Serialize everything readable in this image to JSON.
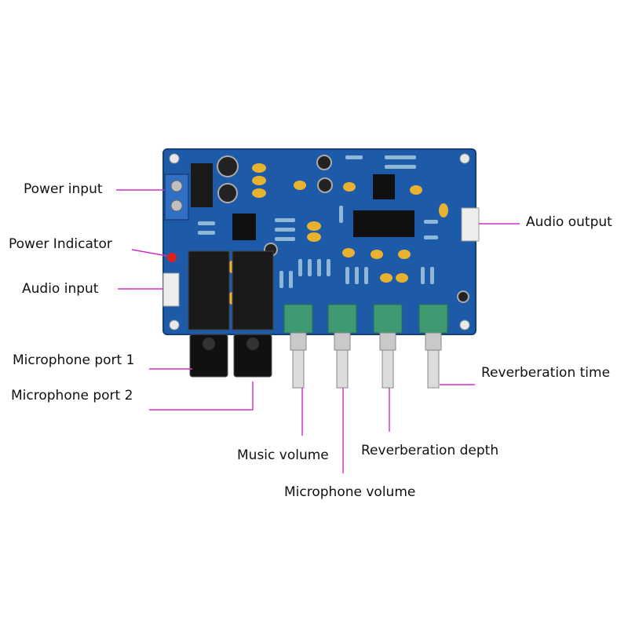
{
  "labels": {
    "power_input": "Power input",
    "power_indicator": "Power Indicator",
    "audio_input": "Audio input",
    "microphone_port_1": "Microphone port 1",
    "microphone_port_2": "Microphone port 2",
    "music_volume": "Music volume",
    "microphone_volume": "Microphone volume",
    "reverberation_depth": "Reverberation depth",
    "reverberation_time": "Reverberation time",
    "audio_output": "Audio output"
  },
  "colors": {
    "leader_line": "#d02ec8",
    "pcb": "#1d5aa8",
    "potentiometer": "#3f9a72",
    "jack": "#1a1a1a",
    "terminal_block": "#2f6fc4",
    "led": "#e0201a",
    "connector": "#eeeeee"
  }
}
